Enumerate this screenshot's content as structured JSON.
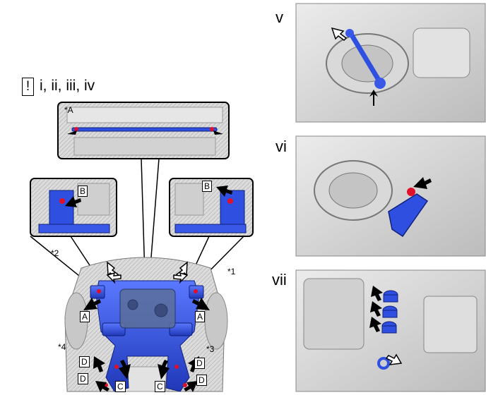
{
  "header": {
    "warning_glyph": "!",
    "steps_label": "i, ii, iii, iv"
  },
  "views": {
    "v": "v",
    "vi": "vi",
    "vii": "vii"
  },
  "callouts": {
    "star_a": "*A",
    "b_left": "B",
    "b_right": "B",
    "star_1": "*1",
    "star_2": "*2",
    "star_3": "*3",
    "star_4": "*4",
    "a_left": "A",
    "a_right": "A",
    "c_left": "C",
    "c_right": "C",
    "d_left_top": "D",
    "d_left_bottom": "D",
    "d_right_top": "D",
    "d_right_bottom": "D"
  },
  "colors": {
    "part_blue": "#2f4fe0",
    "bolt_red": "#e0102a",
    "photo_gray": "#d6d6d6",
    "photo_dark": "#9a9a9a"
  }
}
